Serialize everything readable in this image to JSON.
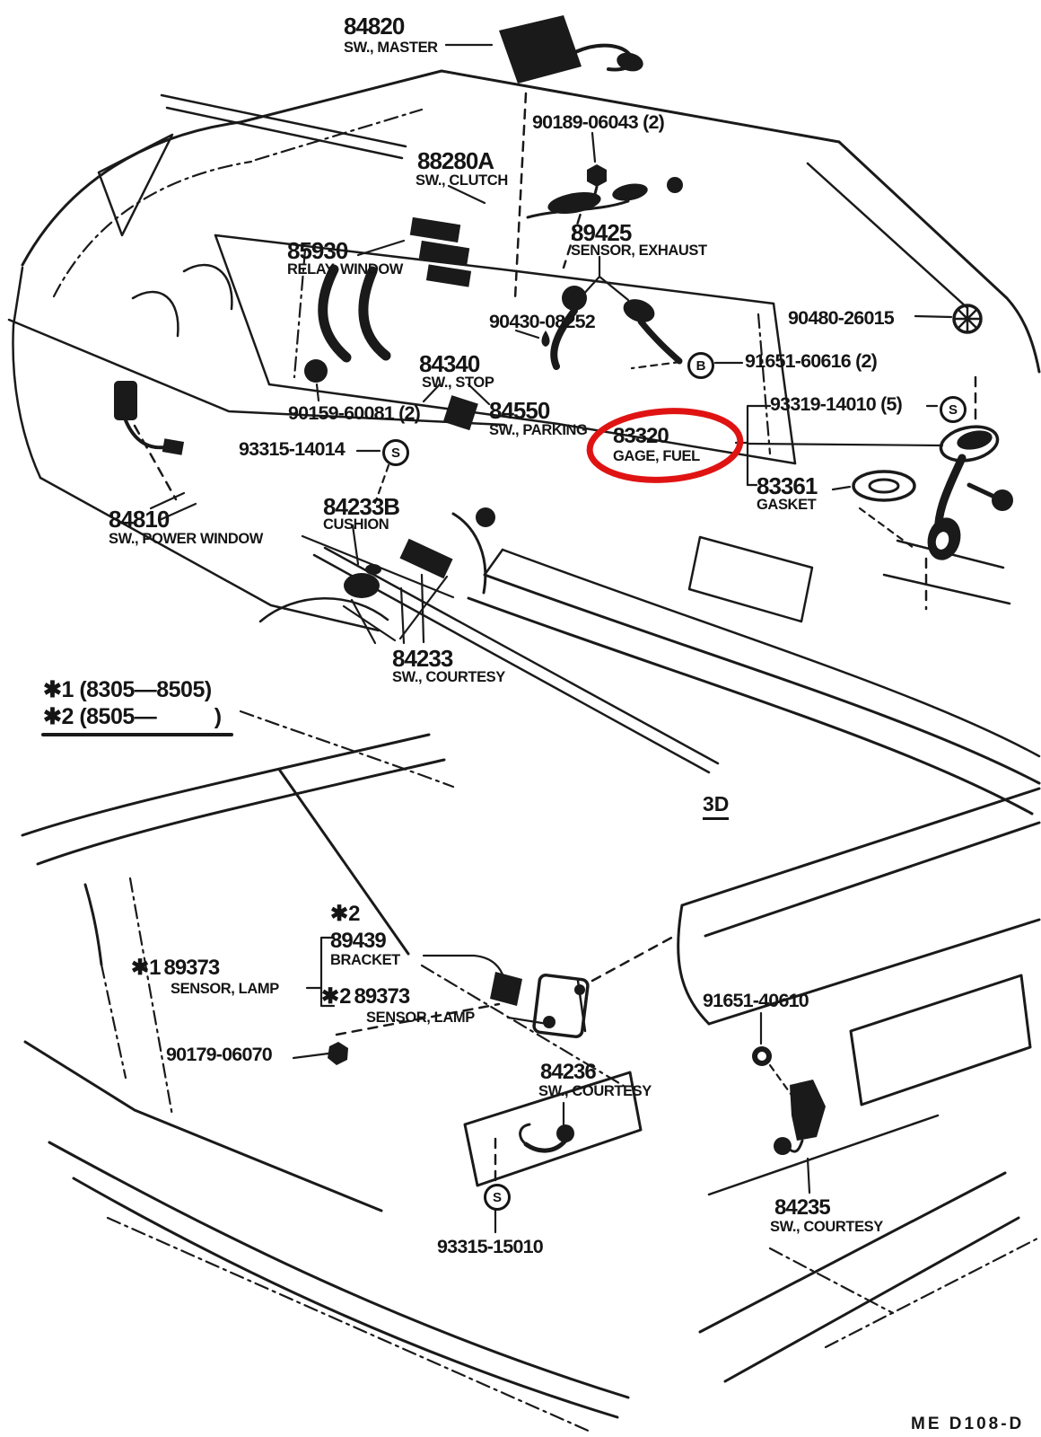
{
  "doc": {
    "drawing_code": "ME D108-D",
    "view_label": "3D",
    "ink_color": "#1a1a1a",
    "background": "#ffffff",
    "highlight_color": "#e01313"
  },
  "legend": {
    "row1": {
      "symbol": "✱1",
      "range": "(8305—8505)"
    },
    "row2": {
      "symbol": "✱2",
      "range": "(8505—          )"
    }
  },
  "symbols": {
    "circle_b": "B",
    "circle_s": "S"
  },
  "parts": {
    "master": {
      "number": "84820",
      "name": "SW., MASTER"
    },
    "screw_06043": {
      "number": "90189-06043 (2)"
    },
    "clutch": {
      "number": "88280A",
      "name": "SW., CLUTCH"
    },
    "relay_window": {
      "number": "85930",
      "name": "RELAY, WINDOW"
    },
    "sensor_exhaust": {
      "number": "89425",
      "name": "SENSOR, EXHAUST"
    },
    "bolt_08252": {
      "number": "90430-08252"
    },
    "stop": {
      "number": "84340",
      "name": "SW., STOP"
    },
    "washer_26015": {
      "number": "90480-26015"
    },
    "nut_60616": {
      "number": "91651-60616 (2)"
    },
    "screw_60081": {
      "number": "90159-60081 (2)"
    },
    "parking": {
      "number": "84550",
      "name": "SW., PARKING"
    },
    "screw_14010": {
      "number": "93319-14010 (5)"
    },
    "screw_14014": {
      "number": "93315-14014"
    },
    "fuel_gage": {
      "number": "83320",
      "name": "GAGE, FUEL",
      "highlighted": true
    },
    "gasket": {
      "number": "83361",
      "name": "GASKET"
    },
    "cushion": {
      "number": "84233B",
      "name": "CUSHION"
    },
    "power_window": {
      "number": "84810",
      "name": "SW., POWER WINDOW"
    },
    "courtesy_rr": {
      "number": "84233",
      "name": "SW., COURTESY"
    },
    "bracket": {
      "prefix": "✱2",
      "number": "89439",
      "name": "BRACKET"
    },
    "sensor_lamp_a": {
      "prefix": "✱1",
      "number": "89373",
      "name": "SENSOR, LAMP"
    },
    "sensor_lamp_b": {
      "prefix": "✱2",
      "number": "89373",
      "name": "SENSOR, LAMP"
    },
    "bolt_06070": {
      "number": "90179-06070"
    },
    "courtesy_lh": {
      "number": "84236",
      "name": "SW., COURTESY"
    },
    "nut_40610": {
      "number": "91651-40610"
    },
    "courtesy_rh": {
      "number": "84235",
      "name": "SW., COURTESY"
    },
    "screw_15010": {
      "number": "93315-15010"
    }
  }
}
